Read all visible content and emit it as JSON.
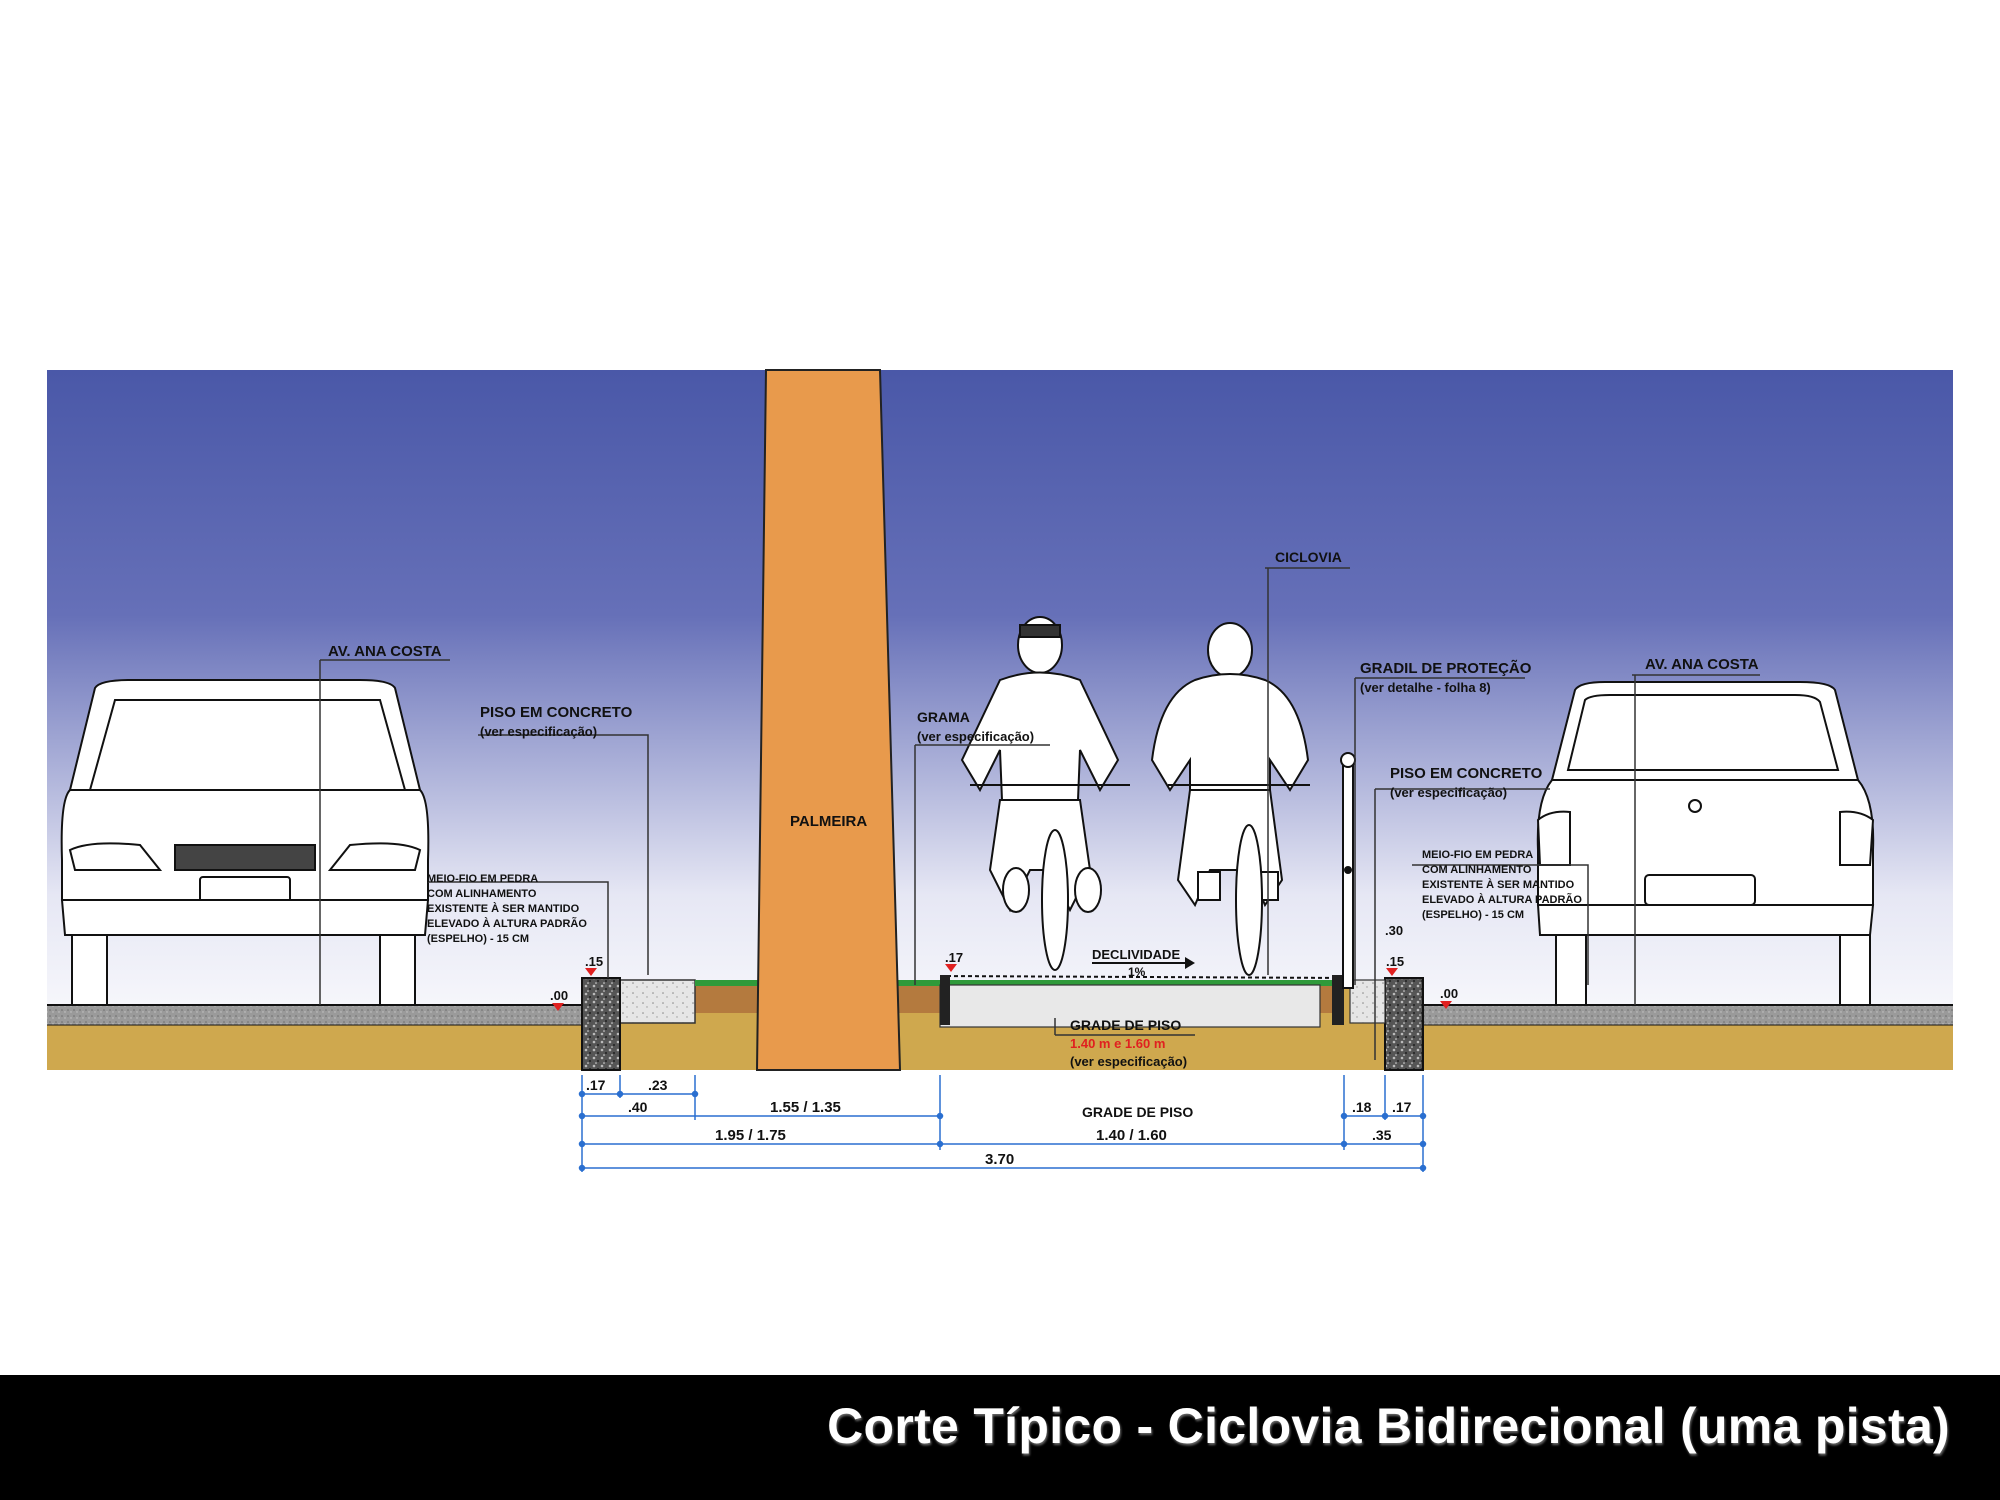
{
  "labels": {
    "av_ana_costa_left": "AV. ANA COSTA",
    "av_ana_costa_right": "AV. ANA COSTA",
    "piso_concreto_left": "PISO EM CONCRETO",
    "piso_concreto_left_sub": "(ver especificação)",
    "piso_concreto_right": "PISO EM CONCRETO",
    "piso_concreto_right_sub": "(ver especificação)",
    "meio_fio_left": [
      "MEIO-FIO EM PEDRA",
      "COM ALINHAMENTO",
      "EXISTENTE À SER MANTIDO",
      "ELEVADO À ALTURA PADRÃO",
      "(ESPELHO) - 15 CM"
    ],
    "meio_fio_right": [
      "MEIO-FIO EM PEDRA",
      "COM ALINHAMENTO",
      "EXISTENTE À SER MANTIDO",
      "ELEVADO À ALTURA PADRÃO",
      "(ESPELHO) - 15 CM"
    ],
    "palmeira": "PALMEIRA",
    "grama": "GRAMA",
    "grama_sub": "(ver especificação)",
    "ciclovia": "CICLOVIA",
    "gradil": "GRADIL DE PROTEÇÃO",
    "gradil_sub": "(ver detalhe - folha 8)",
    "declividade": "DECLIVIDADE",
    "declividade_value": "1%",
    "grade_piso": "GRADE DE PISO",
    "grade_piso_values": "1.40 m e 1.60 m",
    "grade_piso_sub": "(ver especificação)",
    "level_left": ".00",
    "level_right": ".00",
    "level_curb_left": ".15",
    "level_curb_right": ".15",
    "level_ciclovia": ".17",
    "level_30": ".30"
  },
  "dimensions": {
    "d17_left": ".17",
    "d23": ".23",
    "d40": ".40",
    "d155": "1.55  /  1.35",
    "d195": "1.95  /  1.75",
    "grade_label": "GRADE DE PISO",
    "d140": "1.40  /  1.60",
    "d18": ".18",
    "d17_right": ".17",
    "d35": ".35",
    "d370": "3.70"
  },
  "colors": {
    "sky_top": "#4a58a8",
    "sky_bottom": "#ffffff",
    "palm": "#e89a4c",
    "soil": "#cfa84e",
    "grass": "#2f9a3a",
    "dimension": "#2a6fd0",
    "red_text": "#e02020"
  },
  "caption": "Corte Típico - Ciclovia Bidirecional (uma pista)"
}
